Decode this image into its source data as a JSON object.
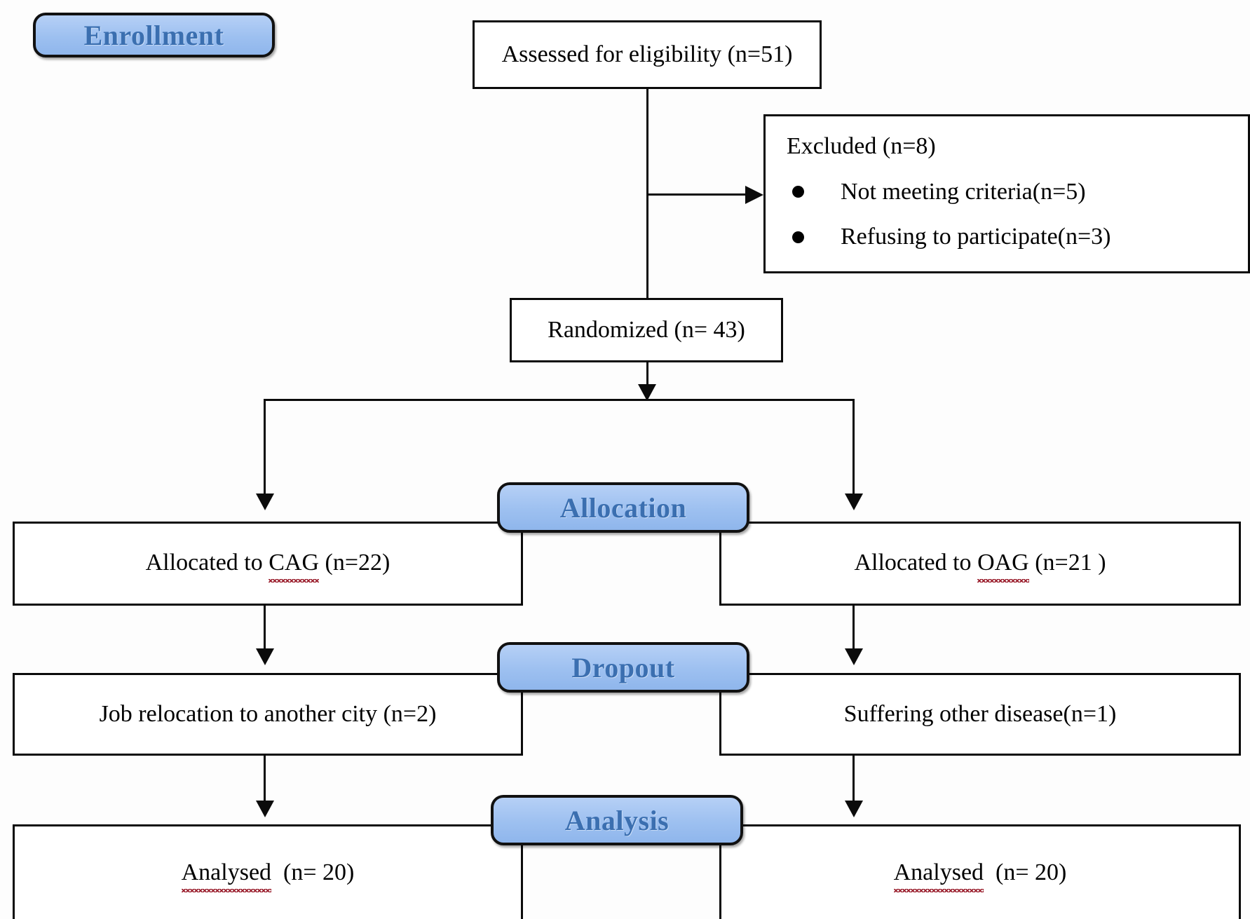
{
  "diagram": {
    "title": "CONSORT participant flow diagram",
    "accent_color": "#9dc0f0",
    "badge_text_color": "#3b6fb0",
    "line_color": "#0b0b0b",
    "spellcheck_underline_color": "#9d2432"
  },
  "stages": {
    "enrollment": "Enrollment",
    "allocation": "Allocation",
    "dropout": "Dropout",
    "analysis": "Analysis"
  },
  "nodes": {
    "assessed": "Assessed for eligibility (n=51)",
    "excluded": {
      "title": "Excluded (n=8)",
      "reasons": [
        "Not meeting criteria(n=5)",
        "Refusing to participate(n=3)"
      ]
    },
    "randomized": "Randomized (n= 43)",
    "allocated_left_prefix": "Allocated to ",
    "allocated_left_term": "CAG",
    "allocated_left_suffix": " (n=22)",
    "allocated_right_prefix": "Allocated to ",
    "allocated_right_term": "OAG",
    "allocated_right_suffix": " (n=21 )",
    "dropout_left": "Job relocation to another city (n=2)",
    "dropout_right": "Suffering other disease(n=1)",
    "analysed_left_term": "Analysed",
    "analysed_left_suffix": "  (n= 20)",
    "analysed_right_term": "Analysed",
    "analysed_right_suffix": "  (n= 20)"
  }
}
